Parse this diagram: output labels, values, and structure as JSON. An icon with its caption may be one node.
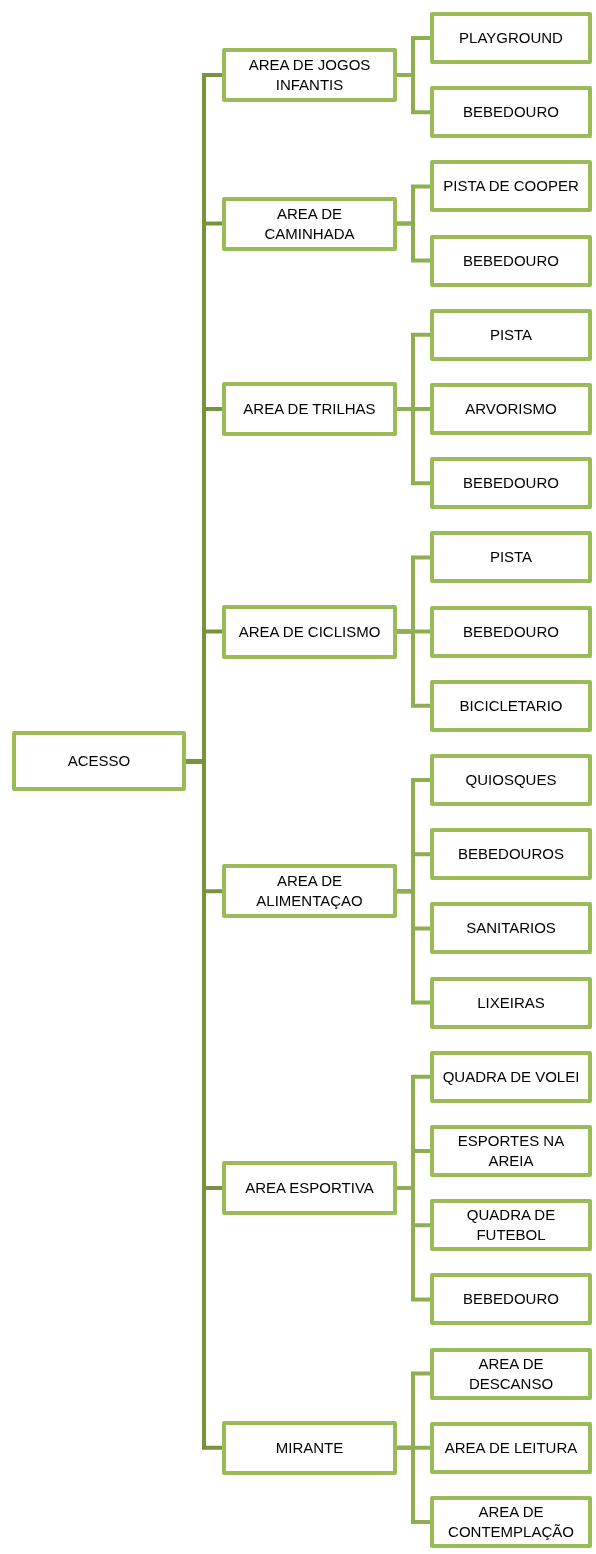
{
  "diagram": {
    "nodes": [
      {
        "text": [
          "ACESSO"
        ]
      },
      {
        "text": [
          "AREA DE JOGOS INFANTIS"
        ]
      },
      {
        "text": [
          "PLAYGROUND"
        ]
      },
      {
        "text": [
          "BEBEDOURO"
        ]
      },
      {
        "text": [
          "AREA DE CAMINHADA"
        ]
      },
      {
        "text": [
          "PISTA DE COOPER"
        ]
      },
      {
        "text": [
          "BEBEDOURO"
        ]
      },
      {
        "text": [
          "AREA DE TRILHAS"
        ]
      },
      {
        "text": [
          "PISTA"
        ]
      },
      {
        "text": [
          "ARVORISMO"
        ]
      },
      {
        "text": [
          "BEBEDOURO"
        ]
      },
      {
        "text": [
          "AREA DE CICLISMO"
        ]
      },
      {
        "text": [
          "PISTA"
        ]
      },
      {
        "text": [
          "BEBEDOURO"
        ]
      },
      {
        "text": [
          "BICICLETARIO"
        ]
      },
      {
        "text": [
          "AREA DE ALIMENTAÇAO"
        ]
      },
      {
        "text": [
          "QUIOSQUES"
        ]
      },
      {
        "text": [
          "BEBEDOUROS"
        ]
      },
      {
        "text": [
          "SANITARIOS"
        ]
      },
      {
        "text": [
          "LIXEIRAS"
        ]
      },
      {
        "text": [
          "AREA ESPORTIVA"
        ]
      },
      {
        "text": [
          "QUADRA DE VOLEI"
        ]
      },
      {
        "text": [
          "ESPORTES NA AREIA"
        ]
      },
      {
        "text": [
          "QUADRA DE FUTEBOL"
        ]
      },
      {
        "text": [
          "BEBEDOURO"
        ]
      },
      {
        "text": [
          "MIRANTE"
        ]
      },
      {
        "text": [
          "AREA DE DESCANSO"
        ]
      },
      {
        "text": [
          "AREA DE LEITURA"
        ]
      },
      {
        "text": [
          "AREA DE CONTEMPLAÇÃO"
        ]
      }
    ],
    "edges": [
      {
        "from": 0,
        "to": 1,
        "arrow": "none",
        "color": "#77933c"
      },
      {
        "from": 0,
        "to": 4,
        "arrow": "none",
        "color": "#77933c"
      },
      {
        "from": 0,
        "to": 7,
        "arrow": "none",
        "color": "#77933c"
      },
      {
        "from": 0,
        "to": 11,
        "arrow": "none",
        "color": "#77933c"
      },
      {
        "from": 0,
        "to": 15,
        "arrow": "none",
        "color": "#77933c"
      },
      {
        "from": 0,
        "to": 20,
        "arrow": "none",
        "color": "#77933c"
      },
      {
        "from": 0,
        "to": 25,
        "arrow": "none",
        "color": "#77933c"
      },
      {
        "from": 1,
        "to": 2,
        "arrow": "none"
      },
      {
        "from": 1,
        "to": 3,
        "arrow": "none"
      },
      {
        "from": 4,
        "to": 5,
        "arrow": "none"
      },
      {
        "from": 4,
        "to": 6,
        "arrow": "none"
      },
      {
        "from": 7,
        "to": 8,
        "arrow": "none"
      },
      {
        "from": 7,
        "to": 9,
        "arrow": "none"
      },
      {
        "from": 7,
        "to": 10,
        "arrow": "none"
      },
      {
        "from": 11,
        "to": 12,
        "arrow": "none"
      },
      {
        "from": 11,
        "to": 13,
        "arrow": "none"
      },
      {
        "from": 11,
        "to": 14,
        "arrow": "none"
      },
      {
        "from": 15,
        "to": 16,
        "arrow": "none"
      },
      {
        "from": 15,
        "to": 17,
        "arrow": "none"
      },
      {
        "from": 15,
        "to": 18,
        "arrow": "none"
      },
      {
        "from": 15,
        "to": 19,
        "arrow": "none"
      },
      {
        "from": 20,
        "to": 21,
        "arrow": "none"
      },
      {
        "from": 20,
        "to": 22,
        "arrow": "none"
      },
      {
        "from": 20,
        "to": 23,
        "arrow": "none"
      },
      {
        "from": 20,
        "to": 24,
        "arrow": "none"
      },
      {
        "from": 25,
        "to": 26,
        "arrow": "none"
      },
      {
        "from": 25,
        "to": 27,
        "arrow": "none"
      },
      {
        "from": 25,
        "to": 28,
        "arrow": "none"
      }
    ]
  }
}
